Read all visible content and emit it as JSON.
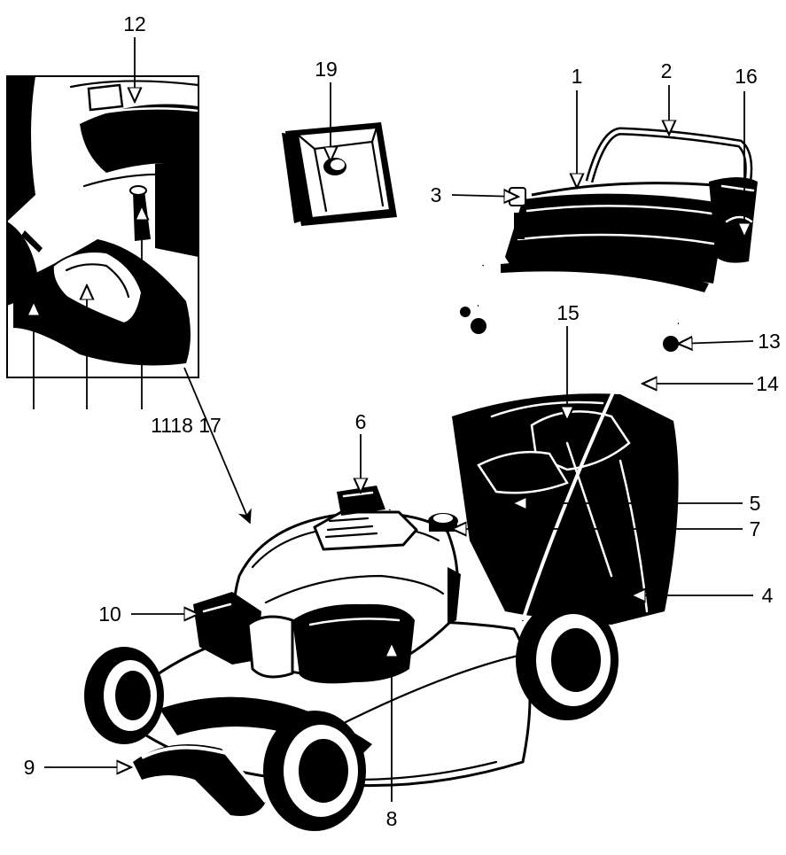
{
  "callouts": {
    "c1": "1",
    "c2": "2",
    "c3": "3",
    "c4": "4",
    "c5": "5",
    "c6": "6",
    "c7": "7",
    "c8": "8",
    "c9": "9",
    "c10": "10",
    "c12": "12",
    "c13": "13",
    "c14": "14",
    "c15": "15",
    "c16": "16",
    "c19": "19",
    "c_inset_bottom": "1118 17"
  },
  "colors": {
    "ink": "#000000",
    "paper": "#ffffff"
  }
}
